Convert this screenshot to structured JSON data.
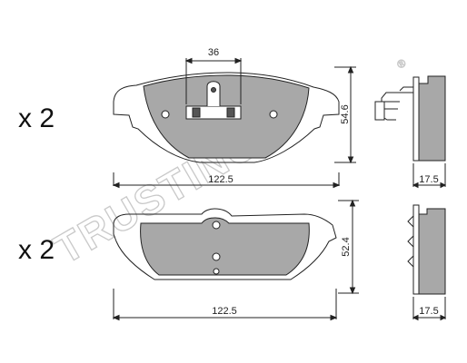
{
  "watermark": {
    "text": "TRUSTING",
    "registered": "®"
  },
  "top_pad": {
    "quantity": "x 2",
    "width_label": "122.5",
    "clip_width_label": "36",
    "height_label": "54.6",
    "thickness_label": "17.5"
  },
  "bottom_pad": {
    "quantity": "x 2",
    "width_label": "122.5",
    "height_label": "52.4",
    "thickness_label": "17.5"
  },
  "colors": {
    "pad_fill": "#a8a8a8",
    "line": "#222222",
    "background": "#ffffff"
  }
}
